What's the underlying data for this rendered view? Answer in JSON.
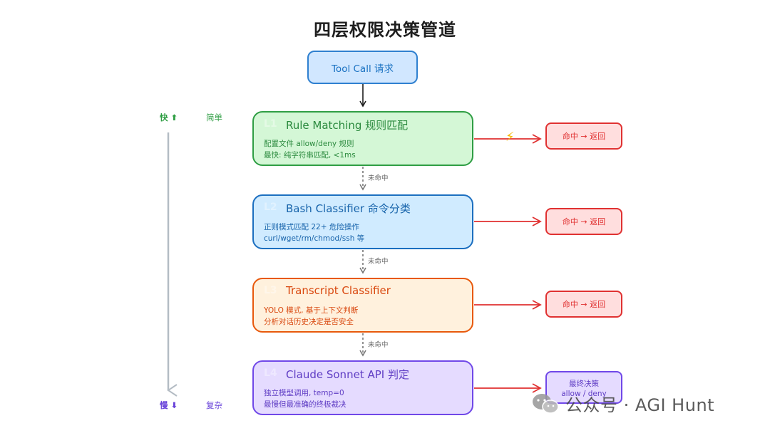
{
  "title": "四层权限决策管道",
  "tool_call": "Tool Call 请求",
  "layers": [
    {
      "num": "L1",
      "name": "Rule Matching 规则匹配",
      "desc1": "配置文件 allow/deny 规则",
      "desc2": "最快: 纯字符串匹配, <1ms"
    },
    {
      "num": "L2",
      "name": "Bash Classifier 命令分类",
      "desc1": "正则模式匹配 22+ 危险操作",
      "desc2": "curl/wget/rm/chmod/ssh 等"
    },
    {
      "num": "L3",
      "name": "Transcript Classifier",
      "desc1": "YOLO 模式, 基于上下文判断",
      "desc2": "分析对话历史决定是否安全"
    },
    {
      "num": "L4",
      "name": "Claude Sonnet API 判定",
      "desc1": "独立模型调用, temp=0",
      "desc2": "最慢但最准确的终极裁决"
    }
  ],
  "miss_label": "未命中",
  "hit_label": "命中 → 返回",
  "final": {
    "line1": "最终决策",
    "line2": "allow / deny"
  },
  "axis": {
    "fast": "快 ⬆",
    "slow": "慢 ⬇",
    "simple": "简单",
    "complex": "复杂"
  },
  "bolt": "⚡",
  "watermark": "公众号 · AGI Hunt",
  "colors": {
    "fast": "#2f9e44",
    "slow": "#6741d9",
    "result_border": "#e03131",
    "axis": "#b4bcc4"
  },
  "icons": [
    "wechat-icon",
    "lightning-icon"
  ]
}
